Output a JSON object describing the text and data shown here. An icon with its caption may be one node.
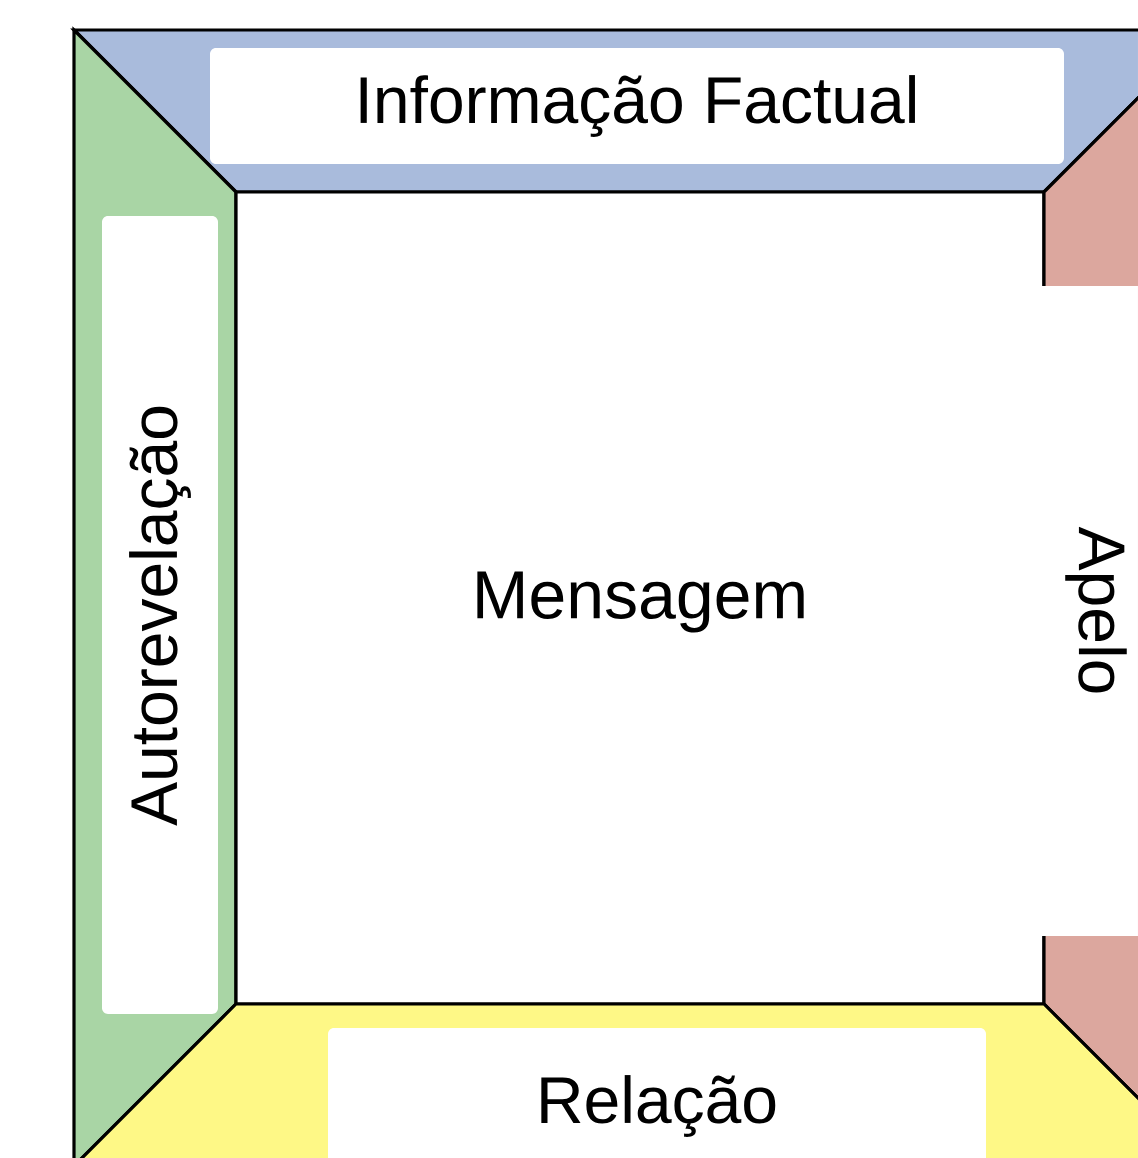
{
  "diagram": {
    "nodes": [
      {
        "text": [
          "Informação Factual"
        ]
      },
      {
        "text": [
          "Autorevelação"
        ]
      },
      {
        "text": [
          "Mensagem"
        ]
      },
      {
        "text": [
          "Apelo"
        ]
      },
      {
        "text": [
          "Relação"
        ]
      }
    ]
  }
}
